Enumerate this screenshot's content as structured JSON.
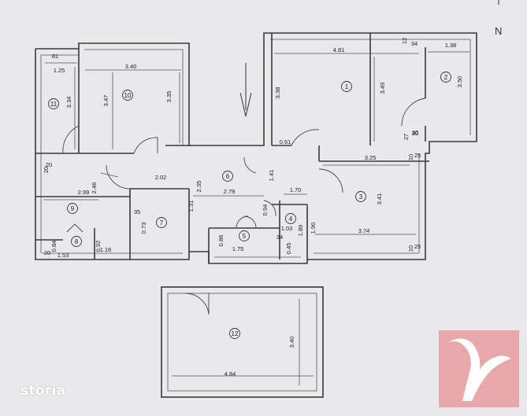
{
  "compass_label": "N",
  "brand": "storia",
  "rooms": [
    {
      "id": "room-1",
      "num": "1",
      "dims": [
        "4.81",
        "3.49",
        "3.38"
      ]
    },
    {
      "id": "room-2",
      "num": "2",
      "dims": [
        "1.38",
        "3.50"
      ]
    },
    {
      "id": "room-3",
      "num": "3",
      "dims": [
        "3.25",
        "3.41",
        "3.74",
        "1.90"
      ]
    },
    {
      "id": "room-4",
      "num": "4",
      "dims": [
        "1.03",
        "1.89"
      ]
    },
    {
      "id": "room-5",
      "num": "5",
      "dims": [
        "1.75",
        "0.86"
      ]
    },
    {
      "id": "room-6",
      "num": "6",
      "dims": [
        "2.79",
        "2.35",
        "1.41",
        "1.70",
        "1.31"
      ]
    },
    {
      "id": "room-7",
      "num": "7",
      "dims": [
        "0.73"
      ]
    },
    {
      "id": "room-8",
      "num": "8",
      "dims": [
        "1.53",
        "0.84"
      ]
    },
    {
      "id": "room-9",
      "num": "9",
      "dims": [
        "2.99",
        "2.46",
        "1.16",
        "0.92"
      ]
    },
    {
      "id": "room-10",
      "num": "10",
      "dims": [
        "3.40",
        "3.47",
        "3.35"
      ]
    },
    {
      "id": "room-11",
      "num": "11",
      "dims": [
        "1.25",
        "3.34"
      ]
    },
    {
      "id": "room-12",
      "num": "12",
      "dims": [
        "4.84",
        "3.40"
      ]
    }
  ],
  "extra_dims": [
    "2.02",
    "0.61",
    "0.94",
    "0.45",
    "34",
    "35",
    "30",
    "81",
    "12",
    "34",
    "27",
    "30",
    "10",
    "25",
    "20",
    "20",
    "10",
    "25",
    "20"
  ]
}
